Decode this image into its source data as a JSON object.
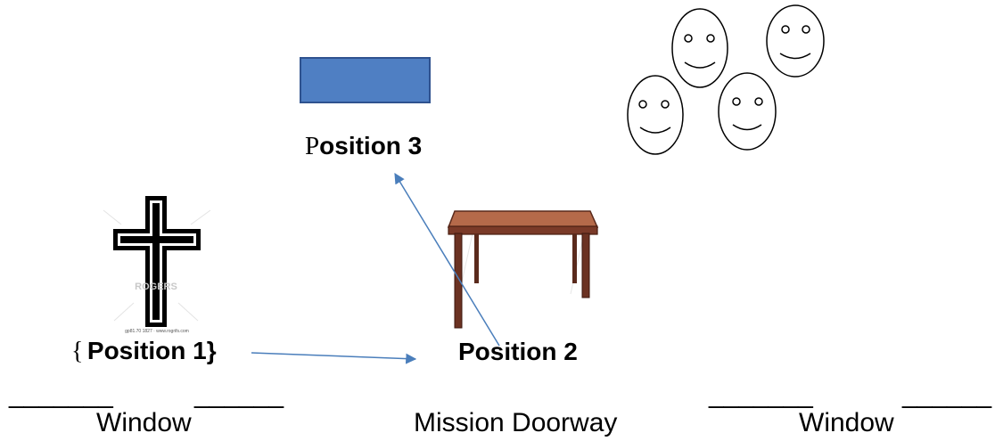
{
  "labels": {
    "position3_prefix": "P",
    "position3_rest": "osition 3",
    "position1_open": "{",
    "position1_text": "Position 1}",
    "position2": "Position 2",
    "window_left": "Window",
    "mission_doorway": "Mission Doorway",
    "window_right": "Window"
  },
  "underscores": {
    "left_a": "_______",
    "left_b": "______",
    "right_a": "_______",
    "right_b": "______"
  },
  "cross_watermark": {
    "logo": "ROGERS",
    "caption": "gp81.70 1827 · www.rogrifs.com"
  },
  "colors": {
    "rectangle_fill": "#4f7fc3",
    "rectangle_stroke": "#2f528f",
    "arrow": "#4a7ebb",
    "table_top": "#b56a4a",
    "table_legs": "#6b3222"
  },
  "icons": [
    "smiley-face-icon",
    "cross-icon",
    "table-icon",
    "rectangle-shape"
  ]
}
